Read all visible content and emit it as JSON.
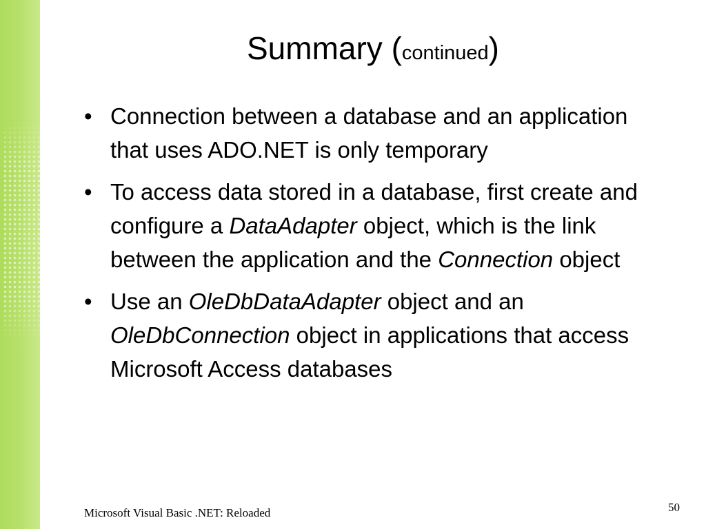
{
  "colors": {
    "sidebar": "#b8e06c",
    "text": "#000000",
    "background": "#ffffff"
  },
  "slide": {
    "title_main": "Summary (",
    "title_small": "continued",
    "title_close": ")",
    "bullets": [
      {
        "bullet_char": "•",
        "text": "Connection between a database and an application that uses ADO.NET is only temporary"
      },
      {
        "bullet_char": "•",
        "part1": "To access data stored in a database, first create and configure a ",
        "em1": "DataAdapter",
        "part2": " object, which is the link between the application and the ",
        "em2": "Connection",
        "part3": " object"
      },
      {
        "bullet_char": "•",
        "part1": "Use an ",
        "em1": "OleDbDataAdapter",
        "part2": " object and an ",
        "em2": "OleDbConnection",
        "part3": " object in applications that access Microsoft Access databases"
      }
    ],
    "footer": "Microsoft Visual Basic .NET: Reloaded",
    "page_number": "50"
  }
}
